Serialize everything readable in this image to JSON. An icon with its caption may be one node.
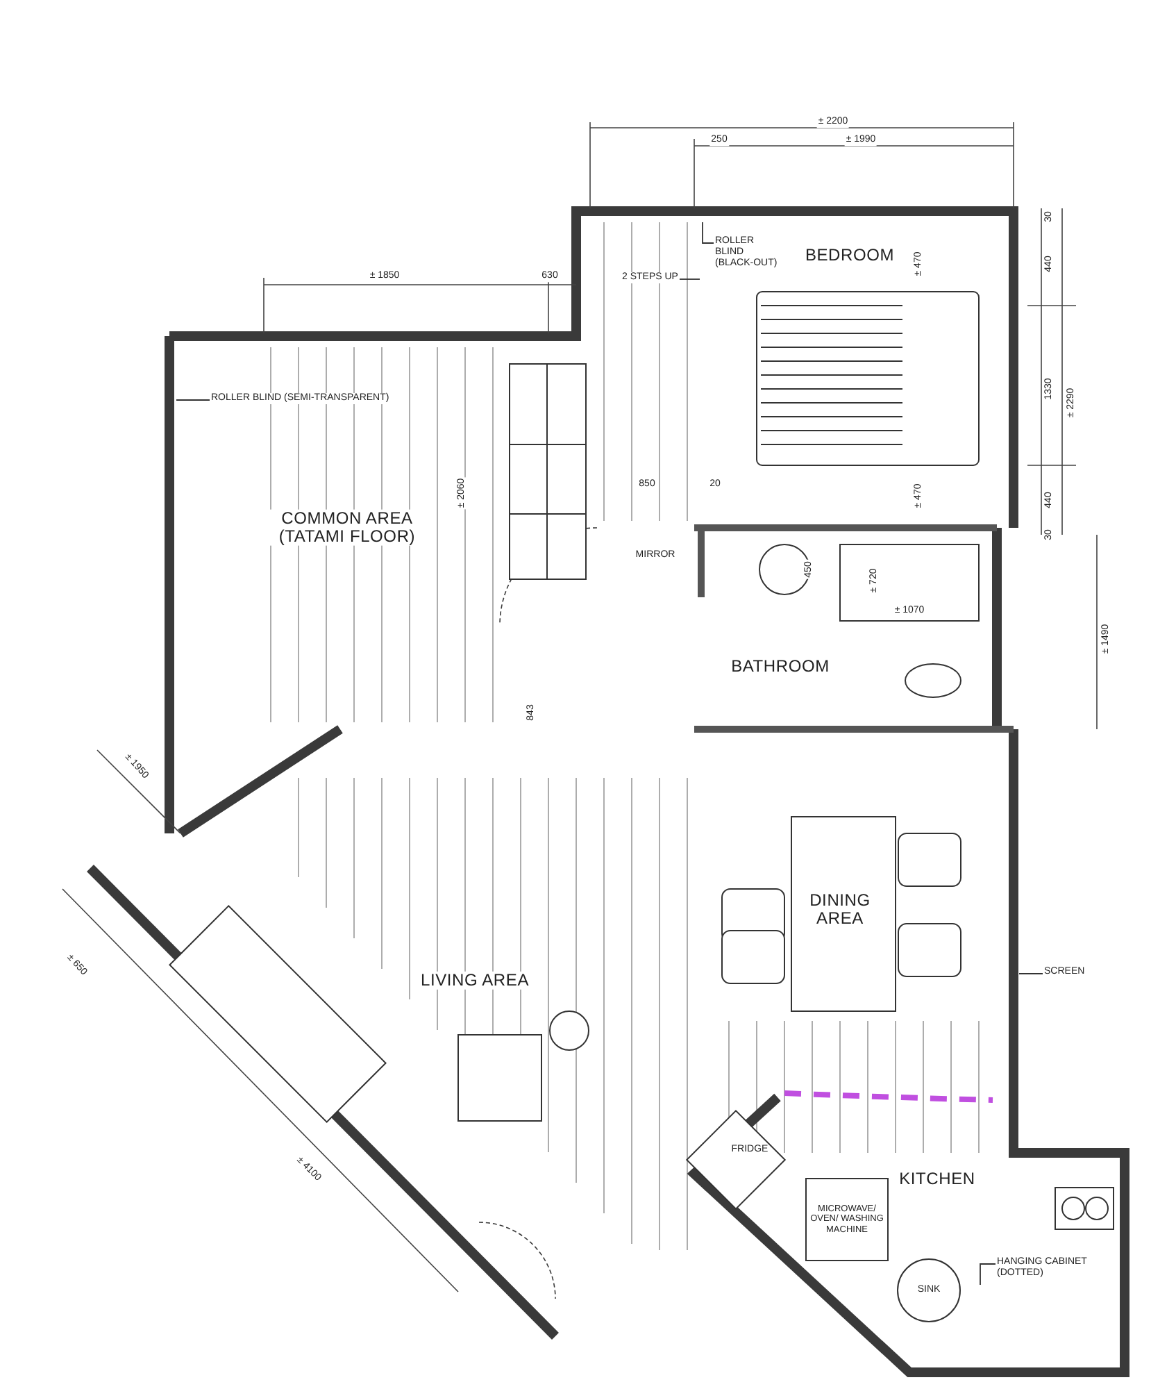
{
  "diagram": {
    "nodes": [
      {
        "text": [
          "ROLLER BLIND (SEMI-TRANSPARENT)"
        ]
      },
      {
        "text": [
          "ROLLER BLIND (BLACK-OUT)"
        ]
      },
      {
        "text": [
          "2 STEPS UP"
        ]
      },
      {
        "text": [
          "SCREEN"
        ]
      },
      {
        "text": [
          "HANGING CABINET (DOTTED)"
        ]
      },
      {
        "text": [
          "MICROWAVE/ OVEN/ WASHING MACHINE"
        ]
      },
      {
        "text": [
          "SINK"
        ]
      }
    ],
    "edges": [
      {
        "from": 0,
        "to": null,
        "arrow": "none"
      },
      {
        "from": 1,
        "to": null,
        "arrow": "none"
      },
      {
        "from": 2,
        "to": null,
        "arrow": "none"
      },
      {
        "from": 3,
        "to": null,
        "arrow": "none"
      },
      {
        "from": 4,
        "to": null,
        "arrow": "none"
      }
    ],
    "labels": [
      "± 2200",
      "250",
      "± 1990",
      "30",
      "± 1850",
      "630",
      "BEDROOM",
      "± 470",
      "440",
      "± 2060",
      "1330",
      "± 2290",
      "COMMON AREA (TATAMI FLOOR)",
      "850",
      "20",
      "± 470",
      "440",
      "30",
      "MIRROR",
      "450",
      "± 720",
      "± 1070",
      "± 1490",
      "843",
      "BATHROOM",
      "± 1950",
      "DINING AREA",
      "± 650",
      "LIVING AREA",
      "FRIDGE",
      "KITCHEN",
      "± 4100"
    ]
  }
}
